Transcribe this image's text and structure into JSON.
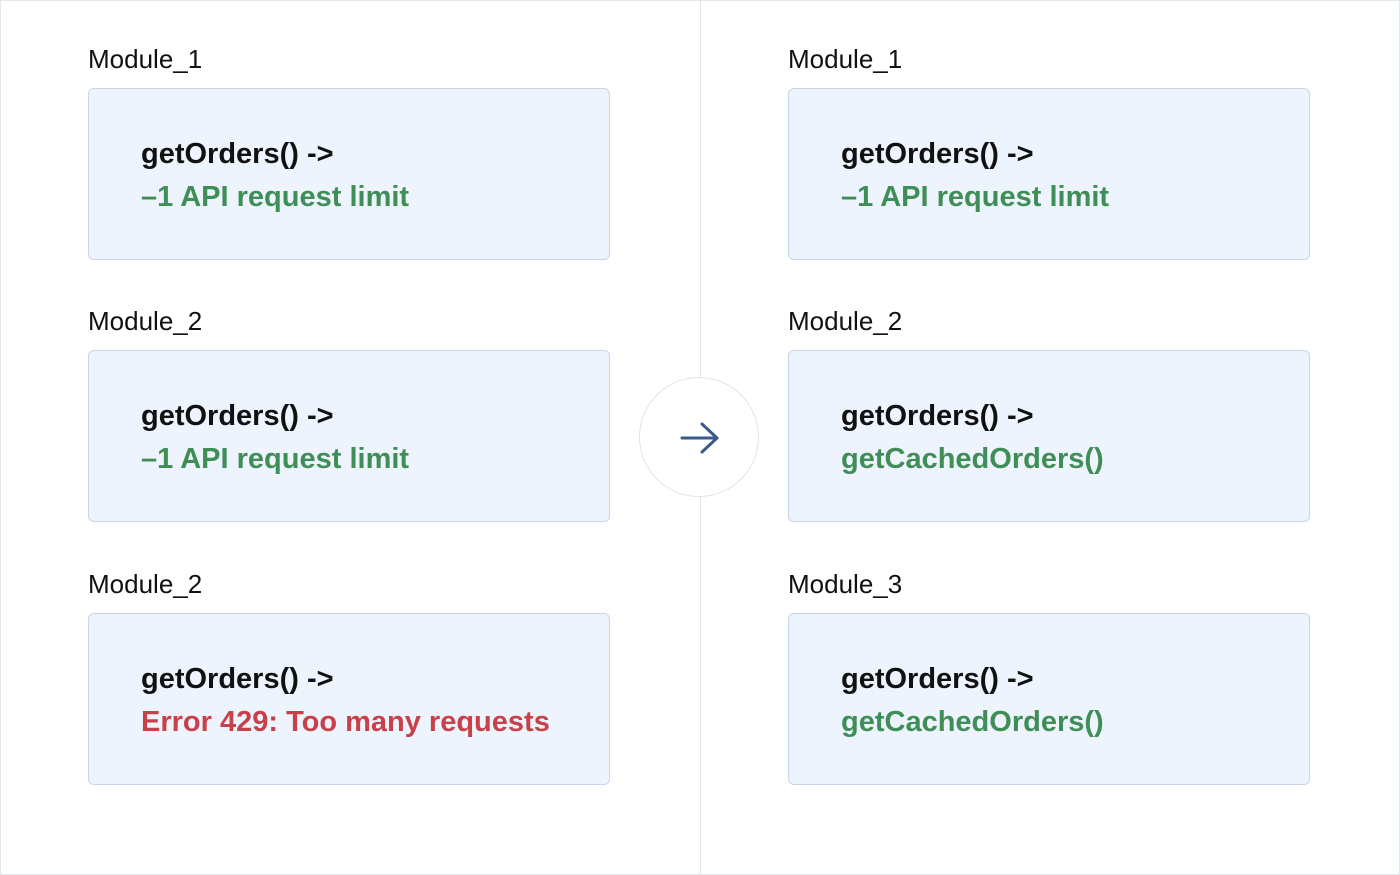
{
  "colors": {
    "card_background": "#edf4fe",
    "card_border": "#c9d5e4",
    "success_text": "#3e8e56",
    "error_text": "#c8414a",
    "arrow": "#3a5a8c"
  },
  "arrow_icon": "arrow-right-icon",
  "left": {
    "blocks": [
      {
        "module": "Module_1",
        "call": "getOrders() ->",
        "result": "–1 API request limit",
        "status": "ok"
      },
      {
        "module": "Module_2",
        "call": "getOrders() ->",
        "result": "–1 API request limit",
        "status": "ok"
      },
      {
        "module": "Module_2",
        "call": "getOrders() ->",
        "result": "Error 429: Too many requests",
        "status": "error"
      }
    ]
  },
  "right": {
    "blocks": [
      {
        "module": "Module_1",
        "call": "getOrders() ->",
        "result": "–1 API request limit",
        "status": "ok"
      },
      {
        "module": "Module_2",
        "call": "getOrders() ->",
        "result": "getCachedOrders()",
        "status": "ok"
      },
      {
        "module": "Module_3",
        "call": "getOrders() ->",
        "result": "getCachedOrders()",
        "status": "ok"
      }
    ]
  }
}
